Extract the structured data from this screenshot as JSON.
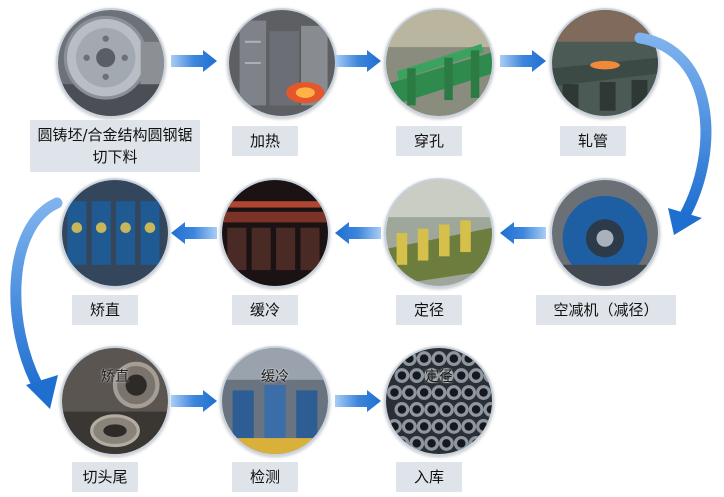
{
  "colors": {
    "label_bg": "#dfe3ea",
    "arrow": "#1f6fd0",
    "arrow_light": "#7fb3ee"
  },
  "steps": [
    {
      "label": "圆铸坯/合金结构圆钢锯切下料",
      "icon": "saw-blade-icon"
    },
    {
      "label": "加热",
      "icon": "furnace-icon"
    },
    {
      "label": "穿孔",
      "icon": "piercing-mill-icon"
    },
    {
      "label": "轧管",
      "icon": "rolling-mill-icon"
    },
    {
      "label": "空减机（减径）",
      "icon": "reducing-mill-icon"
    },
    {
      "label": "定径",
      "icon": "sizing-mill-icon"
    },
    {
      "label": "缓冷",
      "icon": "cooling-bed-icon"
    },
    {
      "label": "矫直",
      "icon": "straightener-icon"
    },
    {
      "label": "切头尾",
      "icon": "cut-ends-icon",
      "overlay": "矫直"
    },
    {
      "label": "检测",
      "icon": "inspection-icon",
      "overlay": "缓冷"
    },
    {
      "label": "入库",
      "icon": "pipe-stack-icon",
      "overlay": "定径"
    }
  ]
}
